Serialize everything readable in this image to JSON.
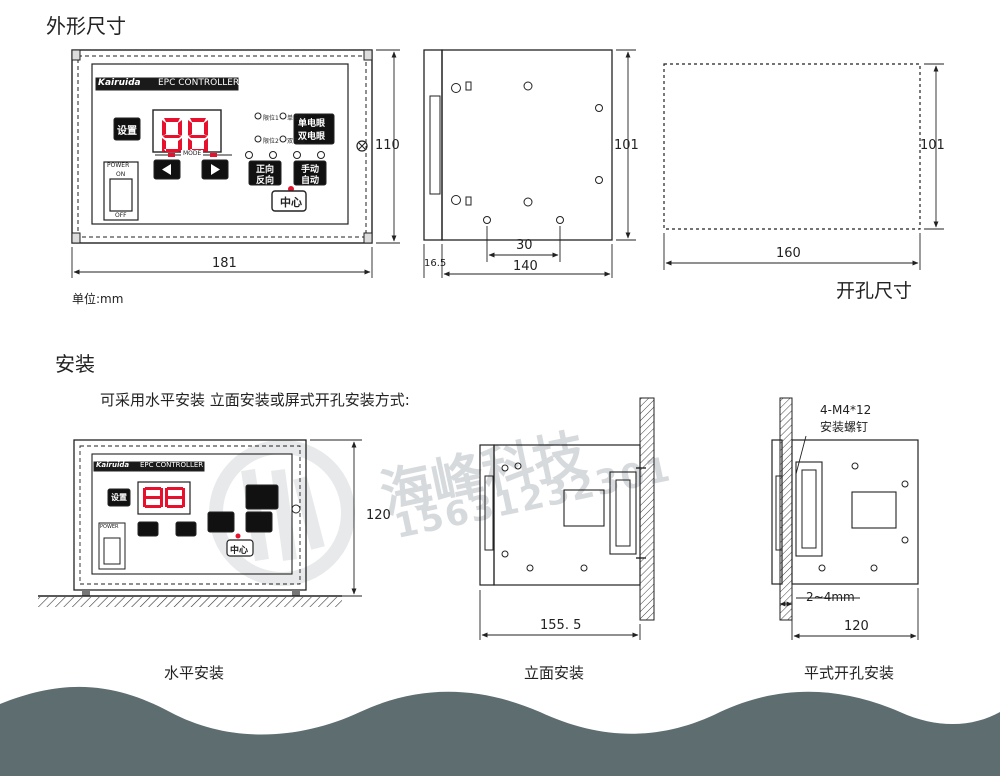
{
  "section_outline": {
    "title": "外形尺寸"
  },
  "section_install": {
    "title": "安装",
    "description": "可采用水平安装   立面安装或屏式开孔安装方式:"
  },
  "unit_label": "单位:mm",
  "cutout_label": "开孔尺寸",
  "controller": {
    "brand": "Kairuida",
    "model": "EPC CONTROLLER",
    "display_value": "88",
    "set_button": "设置",
    "mode_label": "MODE",
    "power_label": "POWER",
    "power_on": "ON",
    "power_off": "OFF",
    "indicator_1": "限位1",
    "indicator_2": "限位2",
    "indicator_3": "单电眼",
    "indicator_4": "双电眼",
    "button_single_eye": "单电眼",
    "button_double_eye": "双电眼",
    "button_forward": "正向",
    "button_reverse": "反向",
    "button_manual": "手动",
    "button_auto": "自动",
    "button_center": "中心"
  },
  "dimensions": {
    "front_width": "181",
    "front_height": "110",
    "side_height": "101",
    "side_offset": "16.5",
    "side_depth": "140",
    "side_hole_spacing": "30",
    "cutout_width": "160",
    "cutout_height": "101",
    "horizontal_height": "120",
    "vertical_depth": "155. 5",
    "panel_width": "120",
    "screw_spec": "4-M4*12",
    "screw_name": "安装螺钉",
    "panel_thickness": "2~4mm"
  },
  "captions": {
    "horizontal": "水平安装",
    "vertical": "立面安装",
    "panel": "平式开孔安装"
  },
  "watermark": {
    "company": "海峰科技",
    "phone": "15631232301"
  },
  "colors": {
    "display_red": "#e8112d",
    "wave": "#5d6d70",
    "line": "#222222",
    "watermark": "#d7dadd"
  }
}
